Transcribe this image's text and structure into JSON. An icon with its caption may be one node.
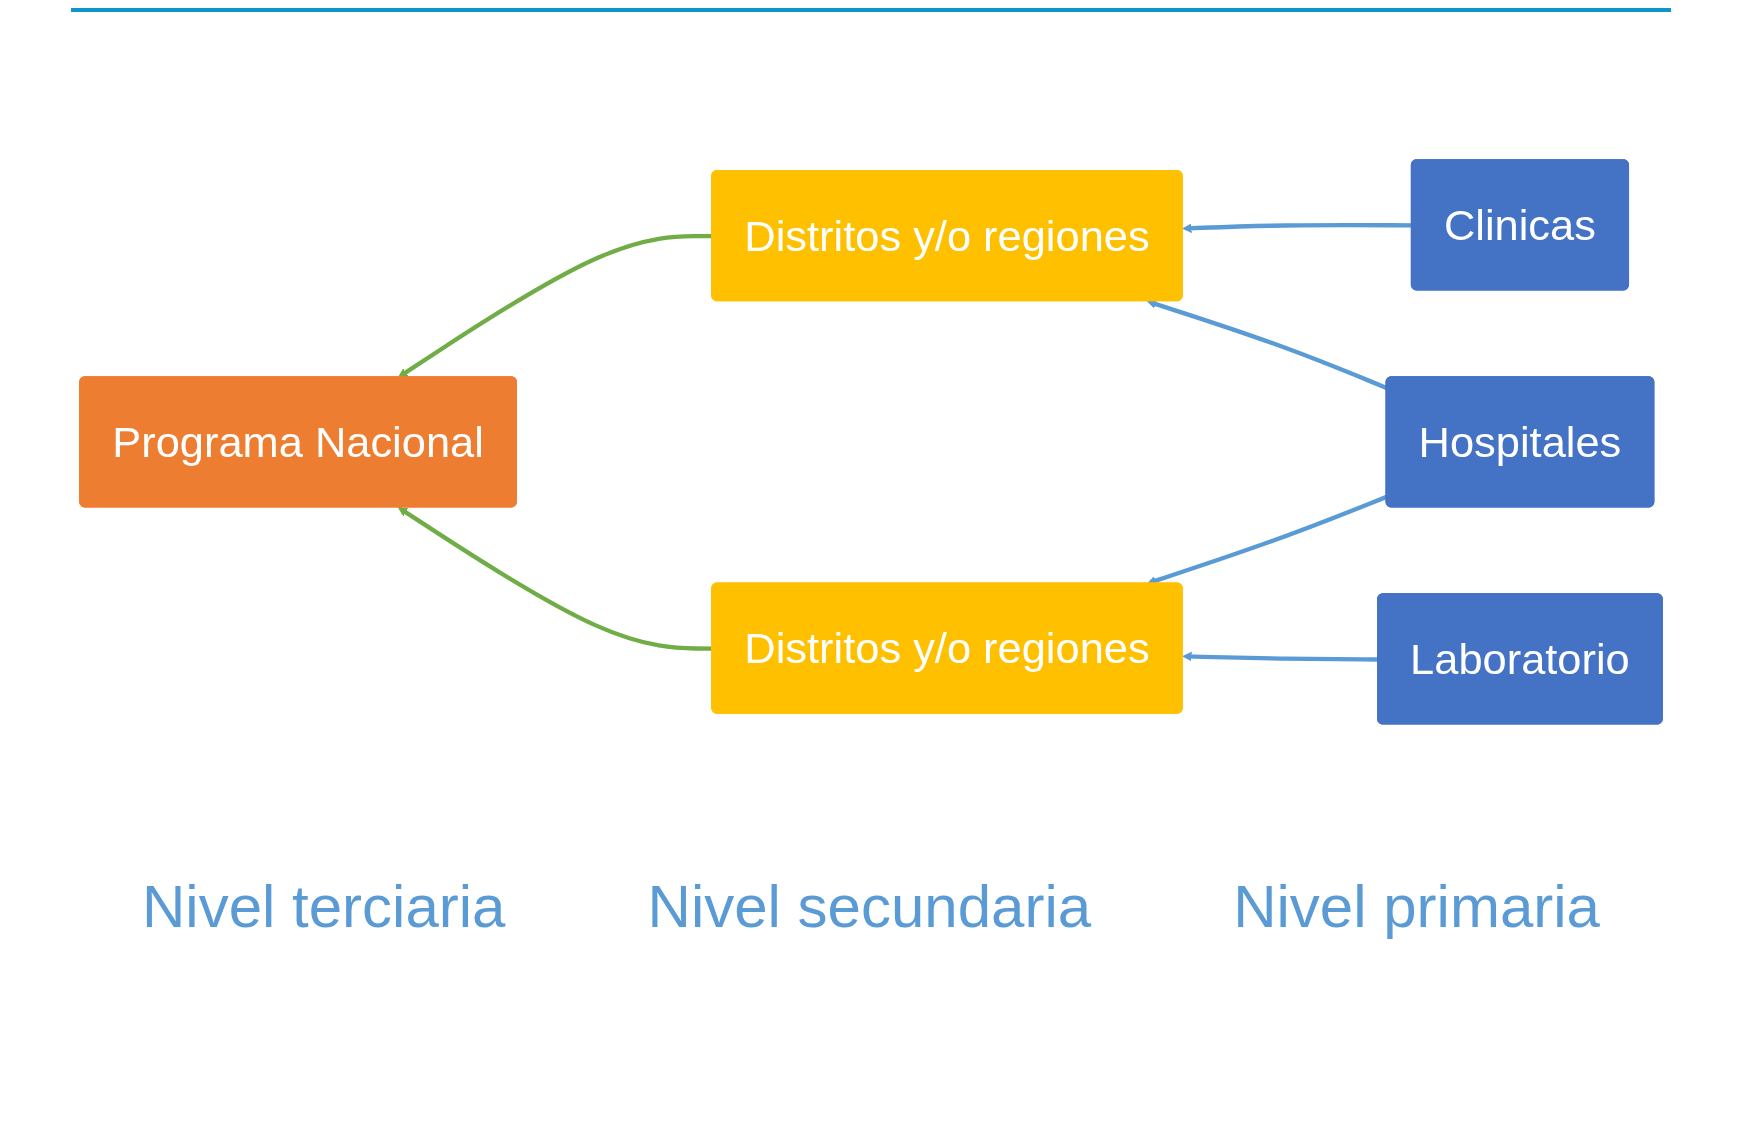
{
  "diagram": {
    "nodes": [
      {
        "text": [
          "Programa Nacional"
        ]
      },
      {
        "text": [
          "Distritos y/o regiones"
        ]
      },
      {
        "text": [
          "Distritos y/o regiones"
        ]
      },
      {
        "text": [
          "Clinicas"
        ]
      },
      {
        "text": [
          "Hospitales"
        ]
      },
      {
        "text": [
          "Laboratorio"
        ]
      }
    ],
    "edges": [
      {
        "from": 3,
        "to": 1,
        "arrow": "to"
      },
      {
        "from": 4,
        "to": 1,
        "arrow": "to"
      },
      {
        "from": 4,
        "to": 2,
        "arrow": "to"
      },
      {
        "from": 5,
        "to": 2,
        "arrow": "to"
      },
      {
        "from": 1,
        "to": 0,
        "arrow": "to",
        "color": "#70ad47"
      },
      {
        "from": 2,
        "to": 0,
        "arrow": "to",
        "color": "#70ad47"
      }
    ],
    "labels": [
      "Nivel terciaria",
      "Nivel secundaria",
      "Nivel primaria"
    ]
  }
}
